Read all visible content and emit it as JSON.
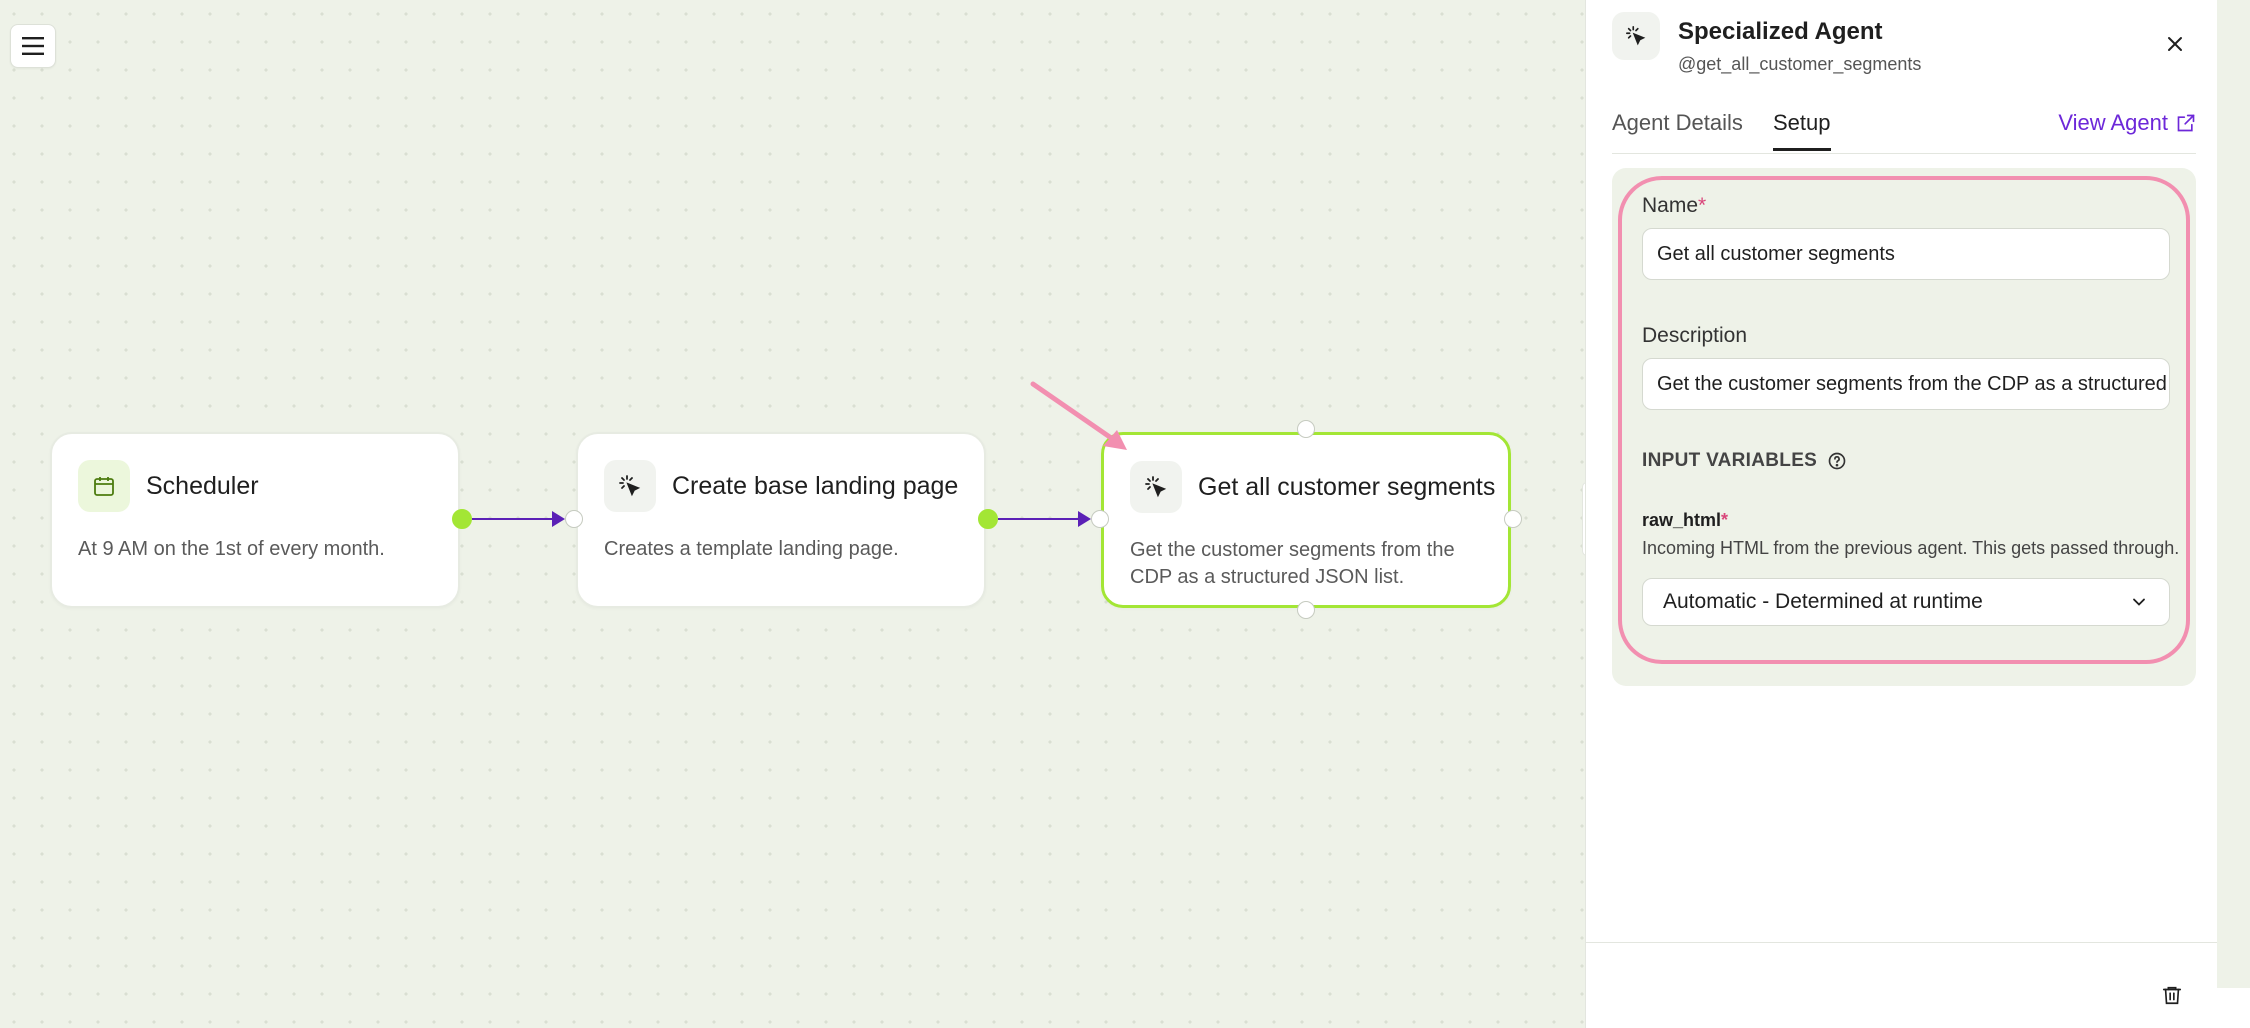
{
  "canvas": {
    "menu_icon": "hamburger-menu-icon",
    "nodes": [
      {
        "title": "Scheduler",
        "description": "At 9 AM on the 1st of every month.",
        "icon": "calendar-icon"
      },
      {
        "title": "Create base landing page",
        "description": "Creates a template landing page.",
        "icon": "sparkle-cursor-icon"
      },
      {
        "title": "Get all customer segments",
        "description": "Get the customer segments from the CDP as a structured JSON list.",
        "icon": "sparkle-cursor-icon"
      }
    ]
  },
  "panel": {
    "title": "Specialized Agent",
    "subtitle": "@get_all_customer_segments",
    "tabs": [
      {
        "label": "Agent Details",
        "active": false
      },
      {
        "label": "Setup",
        "active": true
      }
    ],
    "view_agent_label": "View Agent",
    "form": {
      "name_label": "Name",
      "name_value": "Get all customer segments",
      "description_label": "Description",
      "description_value": "Get the customer segments from the CDP as a structured JSON list.",
      "input_variables_title": "INPUT VARIABLES",
      "variables": [
        {
          "name": "raw_html",
          "description": "Incoming HTML from the previous agent. This gets passed through.",
          "selected": "Automatic - Determined at runtime"
        }
      ]
    }
  },
  "colors": {
    "accent_green": "#a3e635",
    "edge_purple": "#5b21b6",
    "link_purple": "#6d28d9",
    "highlight_pink": "#f28fb0"
  }
}
